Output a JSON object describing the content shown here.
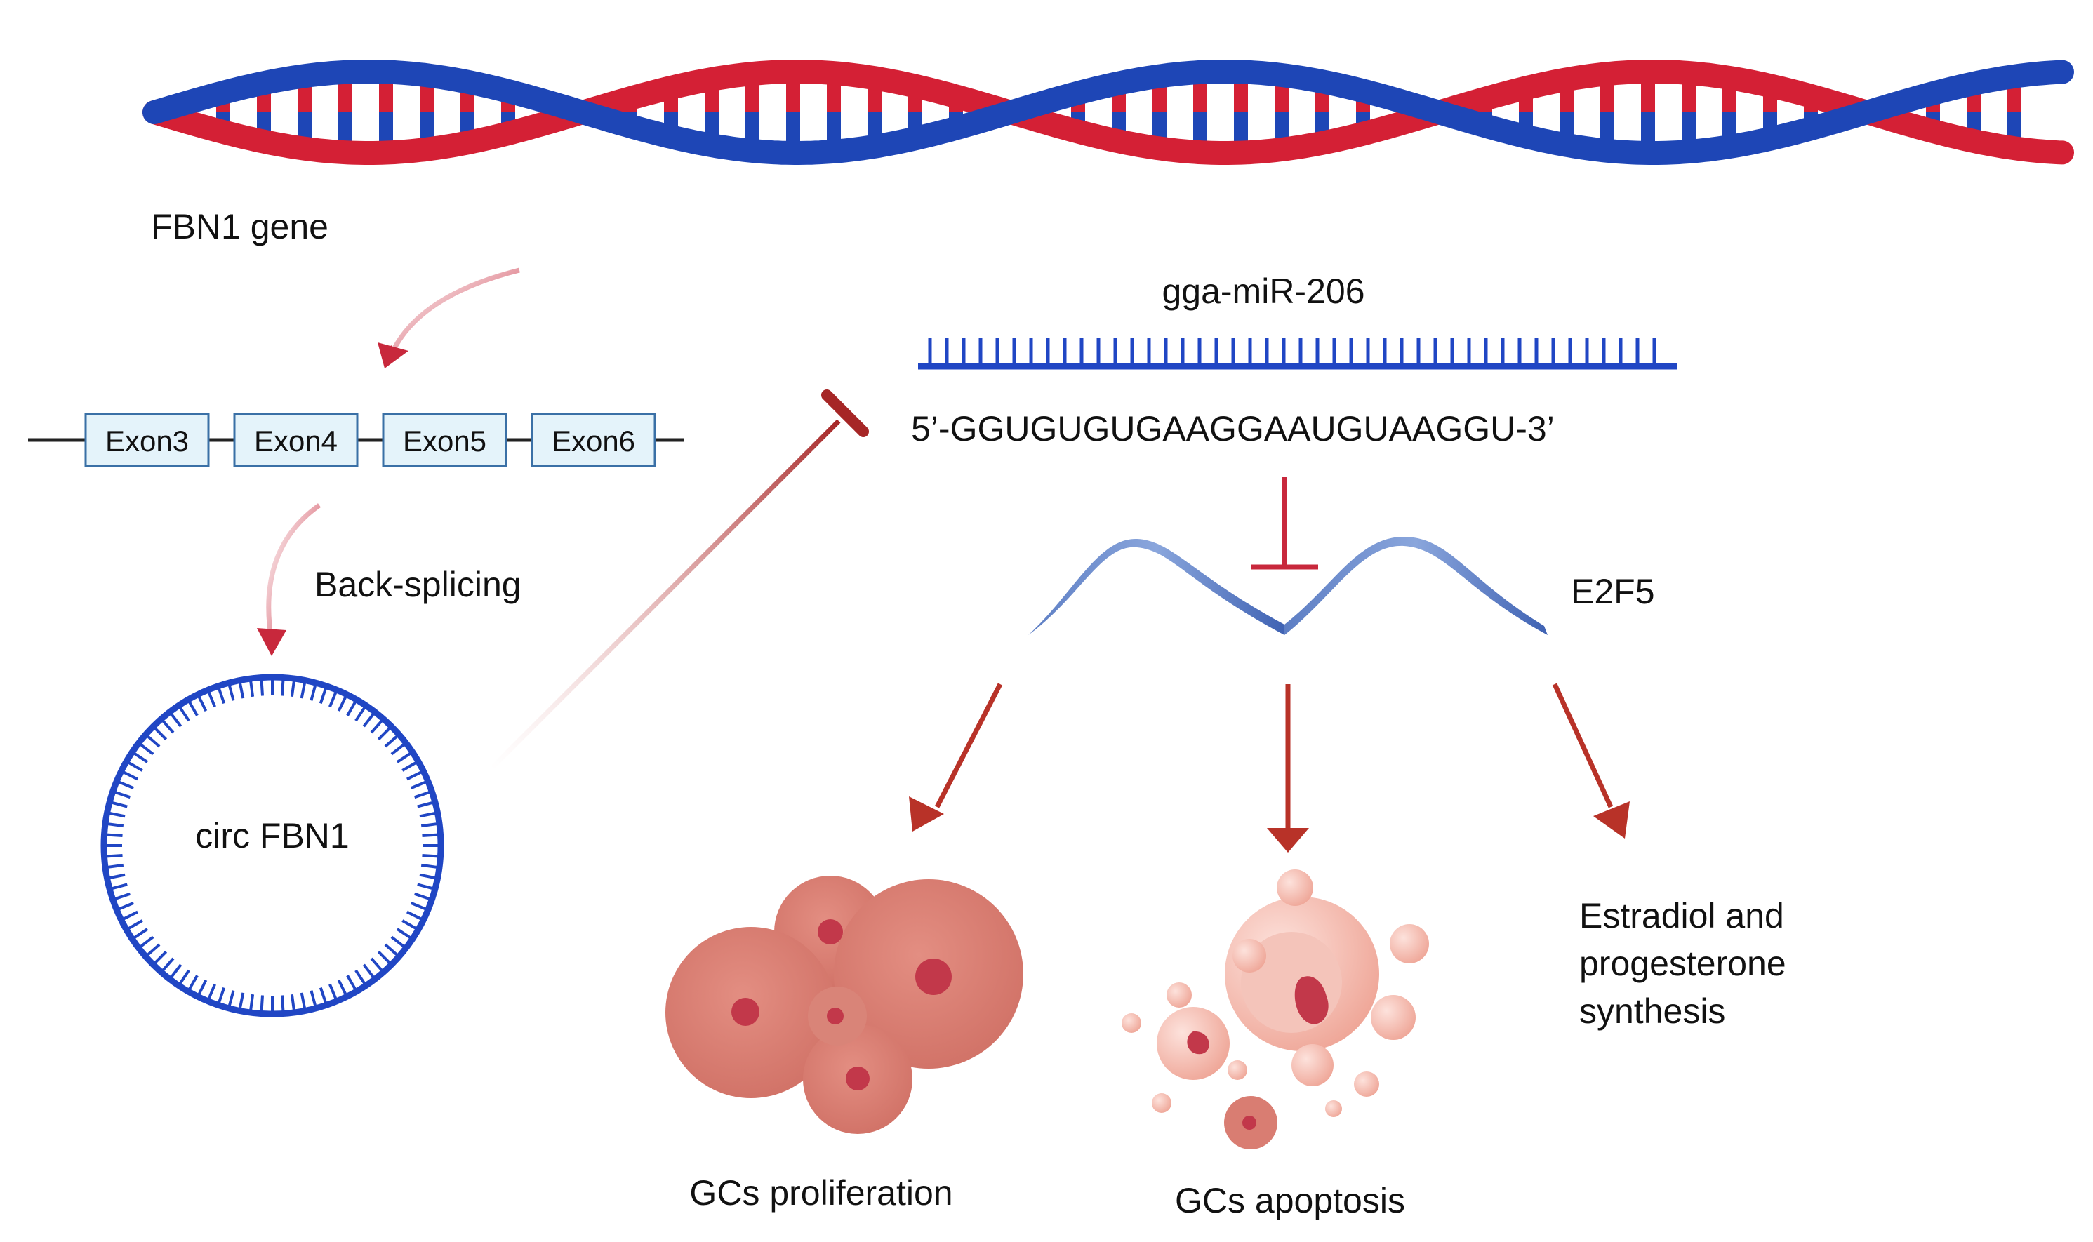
{
  "labels": {
    "gene": "FBN1 gene",
    "mirna": "gga-miR-206",
    "sequence": "5’-GGUGUGUGAAGGAAUGUAAGGU-3’",
    "backsplicing": "Back-splicing",
    "circ": "circ FBN1",
    "target": "E2F5",
    "outcome_proliferation": "GCs proliferation",
    "outcome_apoptosis": "GCs apoptosis",
    "outcome_hormone_line1": "Estradiol and",
    "outcome_hormone_line2": "progesterone",
    "outcome_hormone_line3": "synthesis"
  },
  "exons": [
    "Exon3",
    "Exon4",
    "Exon5",
    "Exon6"
  ],
  "colors": {
    "dna_red": "#d42035",
    "dna_blue": "#1e46b6",
    "arrow": "#b83228",
    "inhibit": "#a82828",
    "exon_fill": "#e4f3fa",
    "exon_border": "#3a70a6",
    "circ": "#2046c4",
    "e2f5_ribbon": "#6f8fcf",
    "cell_fill": "#d97d72",
    "cell_nucleus": "#c2384a",
    "apoptotic": "#f2b9ae"
  },
  "icons": {
    "gene": "dna-double-helix-icon",
    "circrna": "circular-rna-icon",
    "mirna": "mirna-strand-icon",
    "mrna": "mrna-ribbon-icon",
    "proliferation": "proliferating-cells-icon",
    "apoptosis": "apoptotic-cell-icon"
  }
}
